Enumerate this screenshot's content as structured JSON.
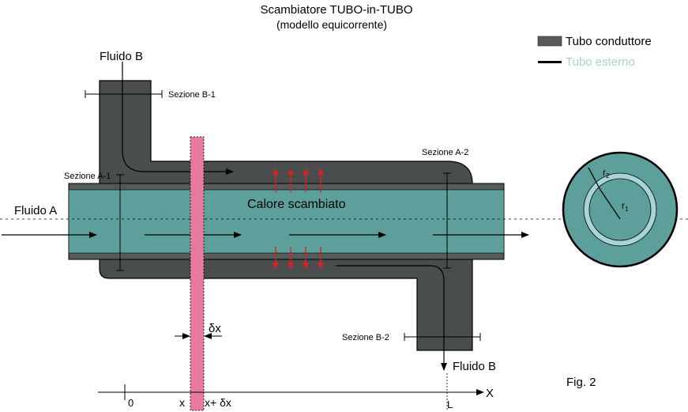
{
  "title": "Scambiatore TUBO-in-TUBO",
  "subtitle": "(modello equicorrente)",
  "legend": {
    "items": [
      {
        "label": "Tubo conduttore",
        "color": "#5a5a5a"
      },
      {
        "label": "Tubo esterno",
        "color": "#a8d4d4"
      }
    ]
  },
  "labels": {
    "fluido_b_in": "Fluido B",
    "fluido_b_out": "Fluido B",
    "fluido_a": "Fluido A",
    "sezione_b1": "Sezione B-1",
    "sezione_b2": "Sezione B-2",
    "sezione_a1": "Sezione A-1",
    "sezione_a2": "Sezione A-2",
    "calore": "Calore scambiato",
    "delta_x": "δx",
    "r1": "r",
    "r1_sub": "1",
    "r2": "r",
    "r2_sub": "2",
    "fig": "Fig. 2"
  },
  "axis": {
    "label": "X",
    "origin": "0",
    "x": "x",
    "x_dx": "x+ δx",
    "end": "L"
  },
  "colors": {
    "fluid_a": "#5d9f9b",
    "conductor": "#555a5a",
    "outer_shell": "#4a4d4e",
    "inner_ring": "#a8d4d4",
    "slice": "#e87aa0",
    "heat_arrow": "#e02020"
  }
}
